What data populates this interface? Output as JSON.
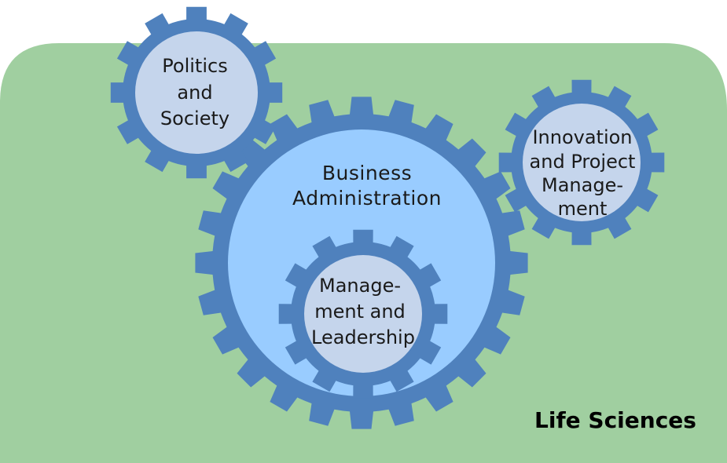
{
  "region": {
    "label": "Life Sciences",
    "color": "#a0cfa0"
  },
  "gears": {
    "politics": {
      "lines": [
        "Politics",
        "and",
        "Society"
      ]
    },
    "business": {
      "lines": [
        "Business",
        "Administration"
      ]
    },
    "management": {
      "lines": [
        "Manage-",
        "ment and",
        "Leadership"
      ]
    },
    "innovation": {
      "lines": [
        "Innovation",
        "and Project",
        "Manage-",
        "ment"
      ]
    }
  },
  "colors": {
    "gear_teeth": "#4f81bd",
    "gear_inner_small": "#c5d5ec",
    "gear_inner_large": "#99ccff"
  }
}
